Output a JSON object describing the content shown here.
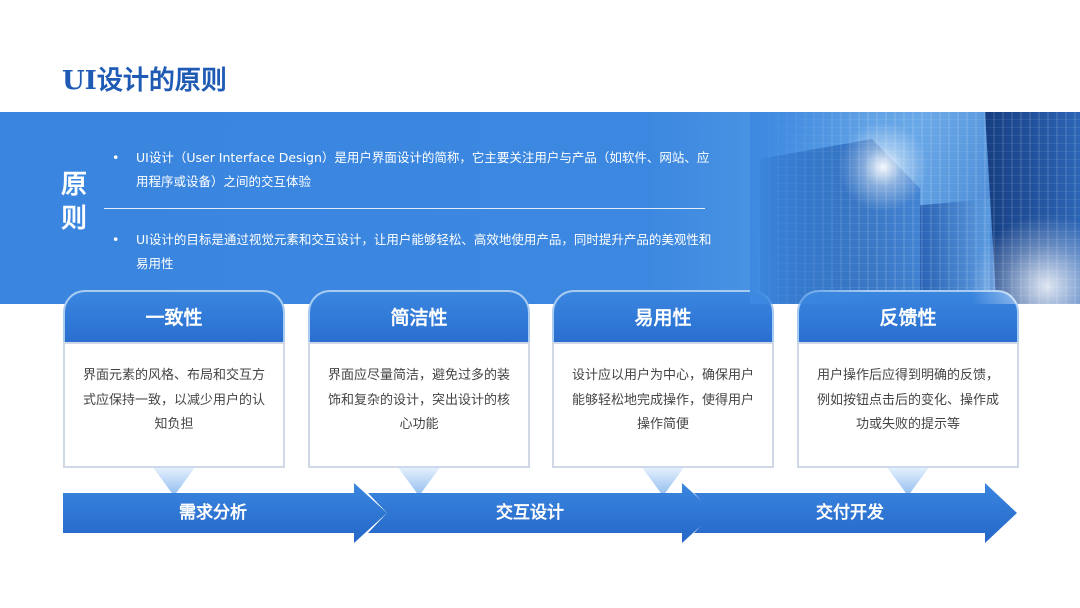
{
  "title": "UI设计的原则",
  "banner": {
    "label": "原则",
    "bullets": [
      "UI设计（User Interface Design）是用户界面设计的简称，它主要关注用户与产品（如软件、网站、应用程序或设备）之间的交互体验",
      "UI设计的目标是通过视觉元素和交互设计，让用户能够轻松、高效地使用产品，同时提升产品的美观性和易用性"
    ],
    "bullet_symbol": "•"
  },
  "cards": [
    {
      "title": "一致性",
      "text": "界面元素的风格、布局和交互方式应保持一致，以减少用户的认知负担"
    },
    {
      "title": "简洁性",
      "text": "界面应尽量简洁，避免过多的装饰和复杂的设计，突出设计的核心功能"
    },
    {
      "title": "易用性",
      "text": "设计应以用户为中心，确保用户能够轻松地完成操作，使得用户操作简便"
    },
    {
      "title": "反馈性",
      "text": "用户操作后应得到明确的反馈，例如按钮点击后的变化、操作成功或失败的提示等"
    }
  ],
  "flow": [
    "需求分析",
    "交互设计",
    "交付开发"
  ],
  "colors": {
    "primary": "#1f5bb5",
    "banner": "#3a85df",
    "card_border": "#cfd8e4"
  }
}
